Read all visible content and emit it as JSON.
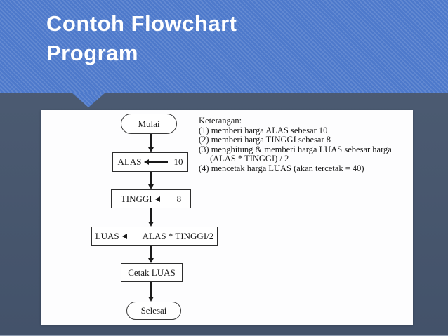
{
  "header": {
    "title_line1": "Contoh Flowchart",
    "title_line2": "Program"
  },
  "flowchart": {
    "start": {
      "label": "Mulai",
      "type": "terminator"
    },
    "assign_alas": {
      "target": "ALAS",
      "value": "10",
      "type": "process"
    },
    "assign_tinggi": {
      "target": "TINGGI",
      "value": "8",
      "type": "process"
    },
    "assign_luas": {
      "target": "LUAS",
      "value": "ALAS * TINGGI/2",
      "type": "process"
    },
    "print_luas": {
      "label": "Cetak LUAS",
      "type": "process"
    },
    "end": {
      "label": "Selesai",
      "type": "terminator"
    }
  },
  "keterangan": {
    "heading": "Keterangan:",
    "lines": [
      "(1) memberi harga ALAS sebesar 10",
      "(2) memberi harga TINGGI sebesar 8",
      "(3) menghitung & memberi harga LUAS sebesar harga",
      "(ALAS * TINGGI) / 2",
      "(4) mencetak harga LUAS (akan tercetak = 40)"
    ]
  },
  "colors": {
    "header_blue": "#4d79cb",
    "header_stripe_highlight": "#5d86d4",
    "background_slate": "#48576e",
    "panel_white": "#fdfdfe",
    "flowchart_line_black": "#1a1a1a",
    "title_white": "#ffffff",
    "bottom_strip": "#8e9cb0"
  }
}
